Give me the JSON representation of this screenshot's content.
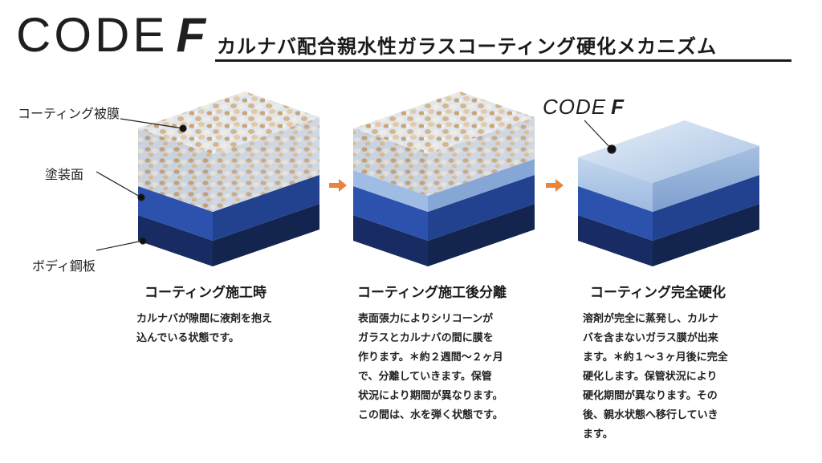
{
  "logo": {
    "text": "CODE",
    "mark": "F"
  },
  "title": "カルナバ配合親水性ガラスコーティング硬化メカニズム",
  "labels": {
    "coating_film": "コーティング被膜",
    "paint_surface": "塗装面",
    "body_steel": "ボディ鋼板",
    "code_f_text": "CODE",
    "code_f_mark": "F"
  },
  "stages": [
    {
      "caption": "コーティング施工時",
      "desc": [
        "カルナバが隙間に液剤を抱え",
        "込んでいる状態です。"
      ]
    },
    {
      "caption": "コーティング施工後分離",
      "desc": [
        "表面張力によりシリコーンが",
        "ガラスとカルナバの間に膜を",
        "作ります。＊約２週間〜２ヶ月",
        "で、分離していきます。保管",
        "状況により期間が異なります。",
        "この間は、水を弾く状態です。"
      ]
    },
    {
      "caption": "コーティング完全硬化",
      "desc": [
        "溶剤が完全に蒸発し、カルナ",
        "バを含まないガラス膜が出来",
        "ます。＊約１〜３ヶ月後に完全",
        "硬化します。保管状況により",
        "硬化期間が異なります。その",
        "後、親水状態へ移行していき",
        "ます。"
      ]
    }
  ],
  "colors": {
    "paint_front": "#2b4fa8",
    "steel_front": "#1a2f6a",
    "arrow": "#e8843c"
  }
}
